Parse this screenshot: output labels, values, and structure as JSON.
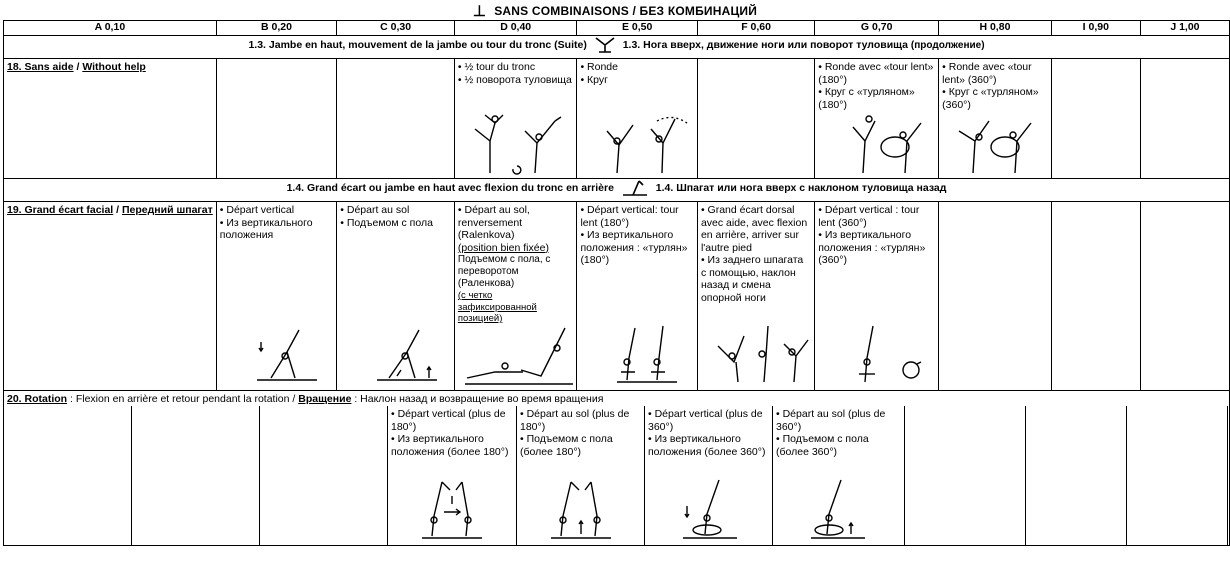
{
  "title": "SANS COMBINAISONS / БЕЗ КОМБИНАЦИЙ",
  "columns": [
    "A 0,10",
    "B 0,20",
    "C 0,30",
    "D 0,40",
    "E 0,50",
    "F 0,60",
    "G 0,70",
    "H 0,80",
    "I 0,90",
    "J 1,00"
  ],
  "section1": {
    "left": "1.3. Jambe en haut, mouvement de la jambe ou tour du tronc (Suite)",
    "right": "1.3. Нога вверх, движение ноги или поворот туловища",
    "right_small": "(продолжение)"
  },
  "row18": {
    "label_fr": "18. Sans aide",
    "label_en": "Without help",
    "d": [
      "• ½ tour du tronc",
      "• ½ поворота туловища"
    ],
    "e": [
      "• Ronde",
      "• Круг"
    ],
    "g": [
      "• Ronde avec «tour lent» (180°)",
      "• Круг с «турляном» (180°)"
    ],
    "h": [
      "• Ronde avec «tour lent» (360°)",
      "• Круг с «турляном» (360°)"
    ]
  },
  "section2": {
    "left": "1.4. Grand écart ou jambe en haut avec flexion du tronc en arrière",
    "right": "1.4. Шпагат или нога вверх с наклоном туловища назад"
  },
  "row19": {
    "label_fr": "19. Grand écart facial",
    "label_ru": "Передний шпагат",
    "b": [
      "• Départ vertical",
      "• Из вертикального положения"
    ],
    "c": [
      "• Départ au sol",
      "• Подъемом с пола"
    ],
    "d1": "• Départ au sol, renversement (Ralenkova)",
    "d1u": "(position bien fixée)",
    "d2": "Подъемом с пола, с переворотом (Раленкова)",
    "d2u": "(с четко зафиксированной позицией)",
    "e": [
      "• Départ vertical: tour lent (180°)",
      "• Из вертикального положения : «турлян» (180°)"
    ],
    "f": [
      "• Grand écart dorsal avec aide, avec flexion en arrière, arriver sur l'autre pied",
      "• Из заднего шпагата с помощью, наклон назад и смена опорной ноги"
    ],
    "g": [
      "• Départ vertical : tour lent (360°)",
      "• Из вертикального положения : «турлян» (360°)"
    ]
  },
  "row20": {
    "label_fr": "20. Rotation",
    "label_fr_rest": ": Flexion en arrière et retour pendant la rotation /",
    "label_ru": "Вращение",
    "label_ru_rest": ": Наклон назад и возвращение во время вращения",
    "d": [
      "• Départ vertical (plus de 180°)",
      "• Из вертикального положения (более 180°)"
    ],
    "e": [
      "• Départ au sol (plus de 180°)",
      "• Подъемом с пола (более 180°)"
    ],
    "f": [
      "• Départ vertical (plus de 360°)",
      "• Из вертикального положения (более 360°)"
    ],
    "g": [
      "• Départ au sol (plus de 360°)",
      "• Подъемом с пола (более 360°)"
    ]
  }
}
